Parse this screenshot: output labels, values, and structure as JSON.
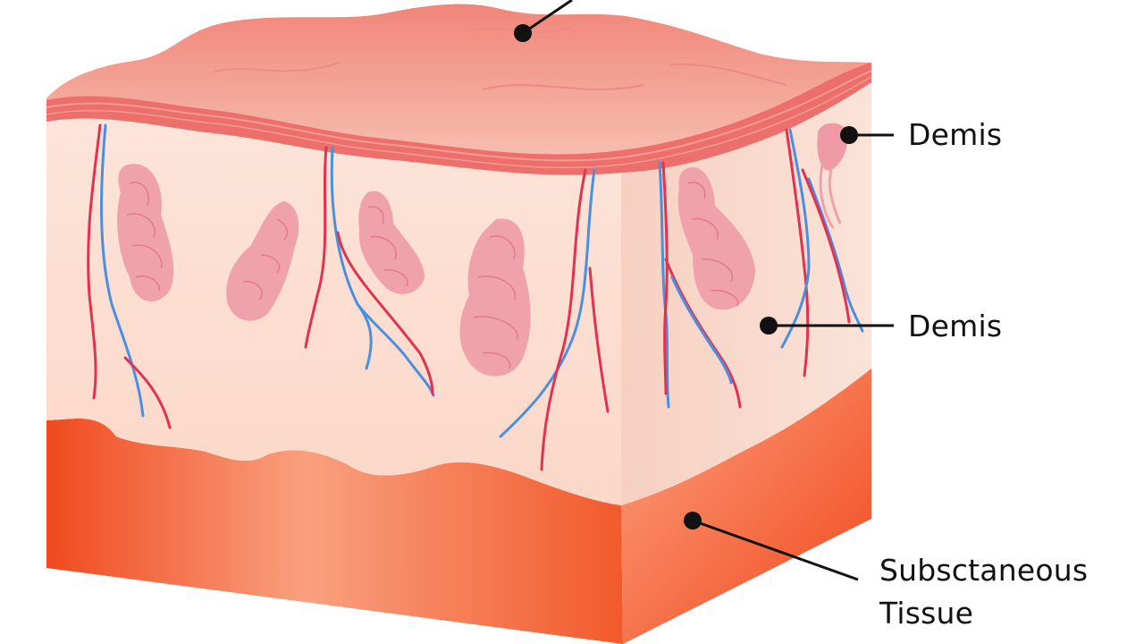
{
  "labels": {
    "dermis_top": "Demis",
    "dermis_mid": "Demis",
    "subcutaneous_line1": "Subsctaneous",
    "subcutaneous_line2": "Tissue"
  },
  "colors": {
    "epidermis_light": "#f7c1b2",
    "epidermis_top": "#f08c7e",
    "epidermis_band": "#ec6f6c",
    "dermis": "#fbe0d4",
    "dermis_side": "#f7d6c8",
    "gland": "#f0a2ab",
    "gland_lines": "#e27b89",
    "artery": "#e3324f",
    "vein": "#4a8fe0",
    "subcutaneous_dark": "#f04a1f",
    "subcutaneous_light": "#f9a07f",
    "leader": "#111111"
  },
  "icons": {
    "marker": "filled-circle"
  }
}
